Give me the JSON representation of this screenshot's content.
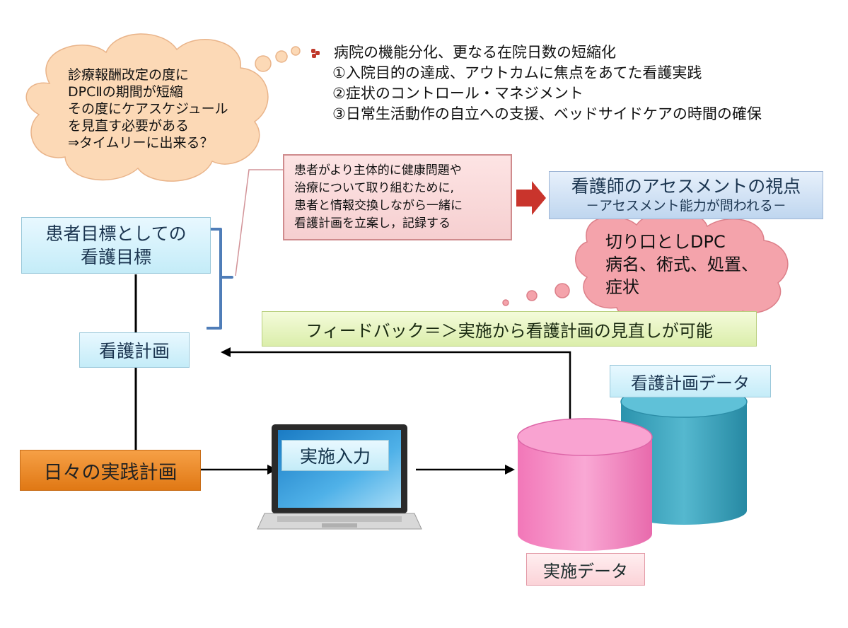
{
  "thought_cloud": {
    "lines": [
      "診療報酬改定の度に",
      "DPCⅡの期間が短縮",
      "その度にケアスケジュール",
      "を見直す必要がある",
      "⇒タイムリーに出来る？"
    ]
  },
  "bullets": {
    "heading": "病院の機能分化、更なる在院日数の短縮化",
    "items": [
      "①入院目的の達成、アウトカムに焦点をあてた看護実践",
      "②症状のコントロール・マネジメント",
      "③日常生活動作の自立への支援、ベッドサイドケアの時間の確保"
    ]
  },
  "patient_box": {
    "lines": [
      "患者がより主体的に健康問題や",
      "治療について取り組むために,",
      "患者と情報交換しながら一緒に",
      "看護計画を立案し，記録する"
    ]
  },
  "assessment_box": {
    "title": "看護師のアセスメントの視点",
    "subtitle": "－アセスメント能力が問われる－"
  },
  "dpc_cloud": {
    "lines": [
      "切り口としDPC",
      "病名、術式、処置、",
      "症状"
    ]
  },
  "goal_box": {
    "lines": [
      "患者目標としての",
      "看護目標"
    ]
  },
  "plan_box": {
    "label": "看護計画"
  },
  "feedback_box": {
    "label": "フィードバック＝＞実施から看護計画の見直しが可能"
  },
  "plan_data_box": {
    "label": "看護計画データ"
  },
  "daily_box": {
    "label": "日々の実践計画"
  },
  "laptop": {
    "label": "実施入力"
  },
  "impl_data_box": {
    "label": "実施データ"
  },
  "colors": {
    "cloud_fill": "#fcd9b6",
    "dpc_cloud_fill": "#f4a3ab",
    "db_pink": "#f58bc4",
    "db_teal": "#3aa6c0",
    "bracket": "#4f7db8",
    "arrow_red": "#c9342c"
  }
}
